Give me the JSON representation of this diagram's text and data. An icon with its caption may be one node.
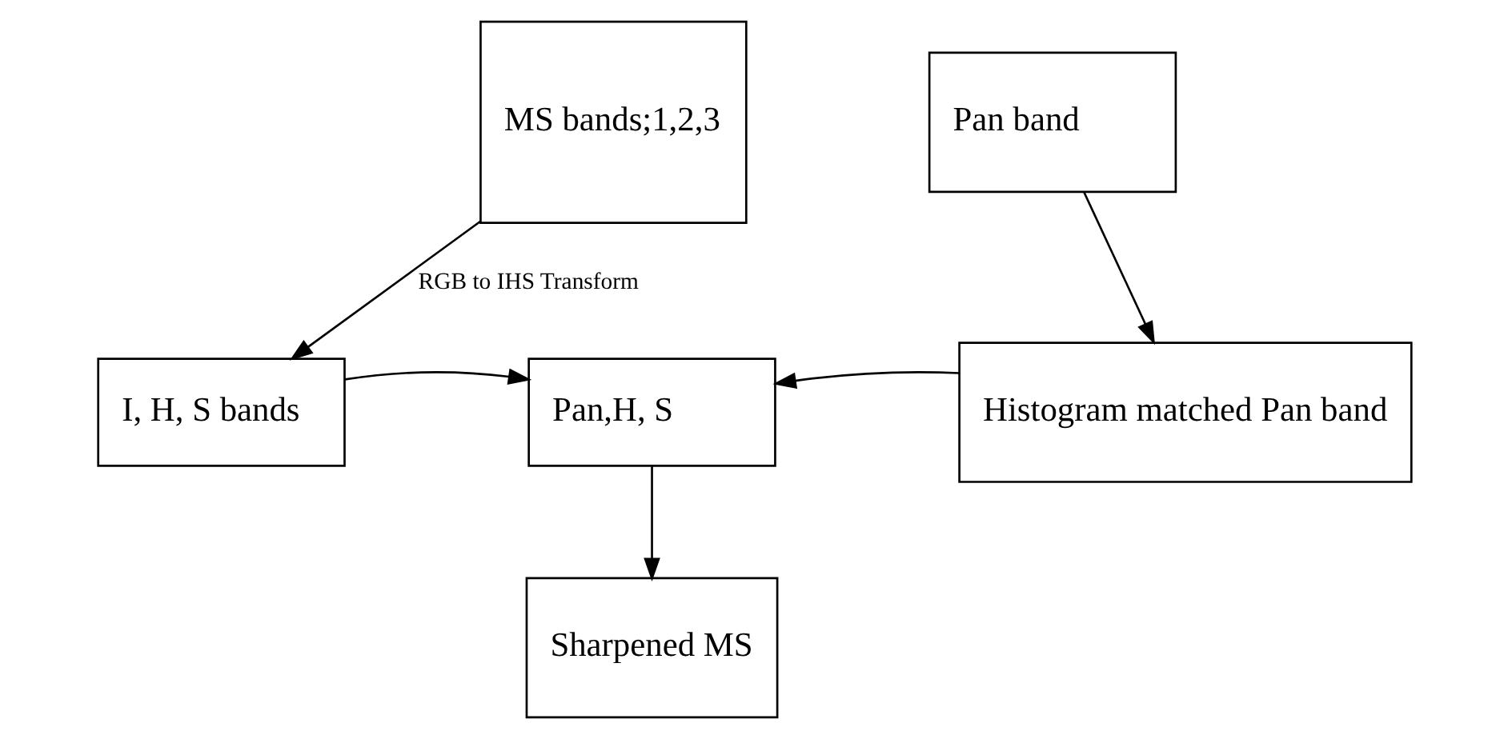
{
  "diagram": {
    "nodes": [
      {
        "text": [
          "MS bands;1,2,3"
        ]
      },
      {
        "text": [
          "Pan band"
        ]
      },
      {
        "text": [
          "I, H, S bands"
        ]
      },
      {
        "text": [
          "Pan,H, S"
        ]
      },
      {
        "text": [
          "Histogram matched Pan band"
        ]
      },
      {
        "text": [
          "Sharpened MS"
        ]
      }
    ],
    "edges": [
      {
        "from": 0,
        "to": 2,
        "arrow": "to",
        "label": "RGB to IHS Transform"
      },
      {
        "from": 1,
        "to": 4,
        "arrow": "to"
      },
      {
        "from": 2,
        "to": 3,
        "arrow": "to"
      },
      {
        "from": 4,
        "to": 3,
        "arrow": "to"
      },
      {
        "from": 3,
        "to": 5,
        "arrow": "to"
      }
    ]
  }
}
